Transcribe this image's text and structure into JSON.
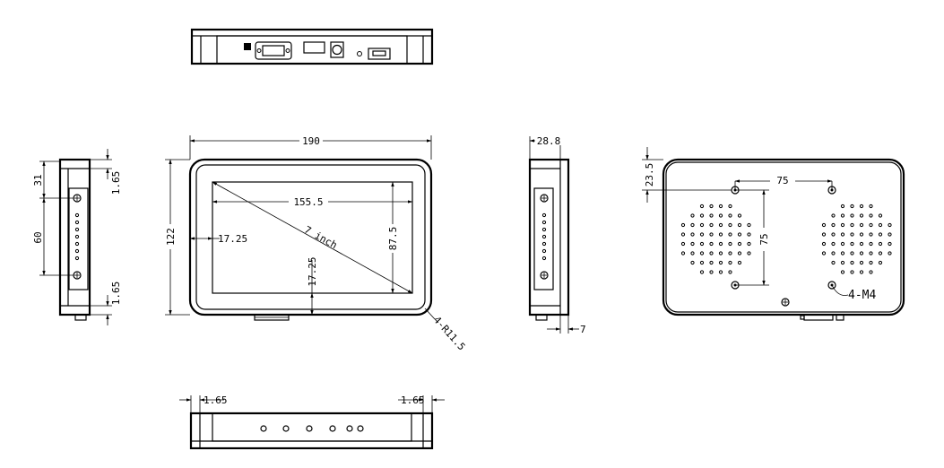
{
  "dimensions": {
    "width": "190",
    "height": "122",
    "display_width": "155.5",
    "display_height": "87.5",
    "left_bezel": "17.25",
    "bottom_bezel": "17.25",
    "diagonal": "7 inch",
    "corner_radius": "4-R11.5",
    "depth": "28.8",
    "flange": "7",
    "side_top_offset": "31",
    "side_hole_spacing": "60",
    "side_margin_top": "1.65",
    "side_margin_bottom": "1.65",
    "bottom_margin_left": "1.65",
    "bottom_margin_right": "1.65",
    "mount_horizontal": "75",
    "mount_vertical": "75",
    "mount_top_offset": "23.5",
    "mount_screw": "4-M4"
  }
}
